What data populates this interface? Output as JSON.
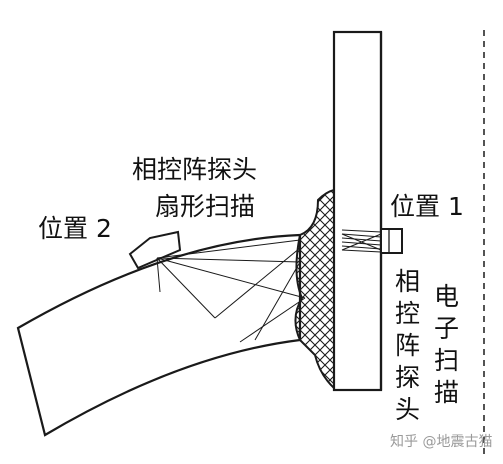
{
  "labels": {
    "position_1": "位置 1",
    "position_2": "位置 2",
    "sector_probe_line1": "相控阵探头",
    "sector_probe_line2": "扇形扫描",
    "vertical_probe_chars": [
      "相",
      "控",
      "阵",
      "探",
      "头"
    ],
    "electronic_scan_chars": [
      "电",
      "子",
      "扫",
      "描"
    ]
  },
  "watermark": "知乎 @地震古猫",
  "colors": {
    "line": "#1a1a1a",
    "text": "#111111",
    "watermark": "#9a9a9a",
    "background": "#ffffff"
  }
}
